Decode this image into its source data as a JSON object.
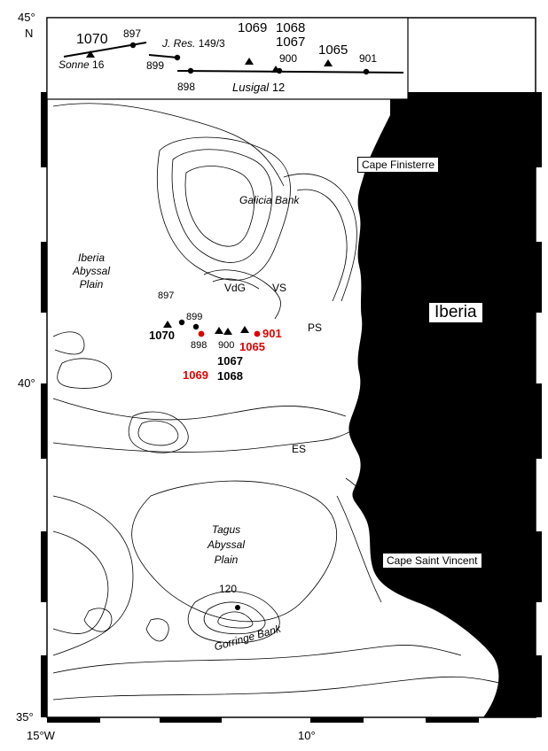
{
  "axes": {
    "lat_top": "45°",
    "lat_top_n": "N",
    "lat_mid": "40°",
    "lat_bottom": "35°",
    "lon_left": "15°W",
    "lon_mid": "10°"
  },
  "inset": {
    "site_1070": "1070",
    "site_897": "897",
    "sonne": "Sonne",
    "sonne_num": "16",
    "jres": "J. Res.",
    "jres_num": "149/3",
    "site_899": "899",
    "site_898": "898",
    "site_1069": "1069",
    "site_1068": "1068",
    "site_1067": "1067",
    "site_900": "900",
    "site_1065": "1065",
    "site_901": "901",
    "lusigal": "Lusigal",
    "lusigal_num": "12"
  },
  "places": {
    "cape_finisterre": "Cape Finisterre",
    "galicia_bank": "Galicia Bank",
    "iberia_abyssal_plain": [
      "Iberia",
      "Abyssal",
      "Plain"
    ],
    "vdg": "VdG",
    "vs": "VS",
    "ps": "PS",
    "iberia": "Iberia",
    "es": "ES",
    "tagus_abyssal_plain": [
      "Tagus",
      "Abyssal",
      "Plain"
    ],
    "cape_saint_vincent": "Cape Saint Vincent",
    "gorringe_bank": "Gorringe Bank",
    "depth_120": "120"
  },
  "sites": {
    "s897": "897",
    "s899": "899",
    "s1070": "1070",
    "s898": "898",
    "s900": "900",
    "s1065": "1065",
    "s901": "901",
    "s1067": "1067",
    "s1069": "1069",
    "s1068": "1068"
  },
  "colors": {
    "highlight": "#e00000",
    "land": "#000000",
    "sea": "#ffffff"
  }
}
